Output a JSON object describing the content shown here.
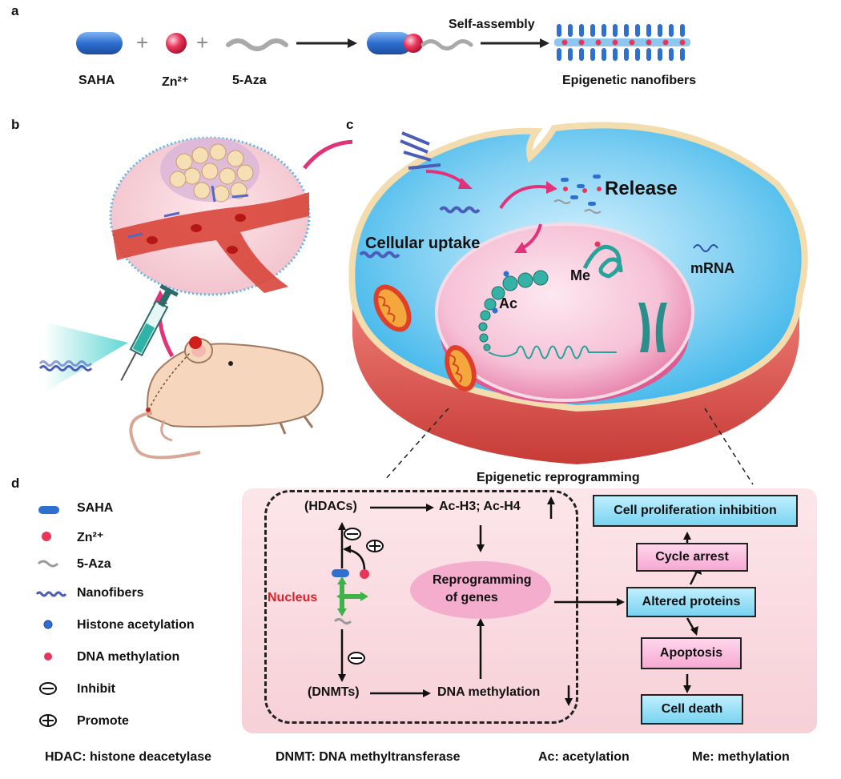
{
  "panels": {
    "a": "a",
    "b": "b",
    "c": "c",
    "d": "d"
  },
  "panel_a": {
    "saha": "SAHA",
    "zn": "Zn²⁺",
    "aza": "5-Aza",
    "self_assembly": "Self-assembly",
    "nanofibers": "Epigenetic nanofibers"
  },
  "panel_c": {
    "release": "Release",
    "cellular_uptake": "Cellular uptake",
    "mrna": "mRNA",
    "me": "Me",
    "ac": "Ac"
  },
  "panel_d": {
    "title": "Epigenetic reprogramming",
    "hdacs": "(HDACs)",
    "ac_h3_h4": "Ac-H3; Ac-H4",
    "nucleus": "Nucleus",
    "reprogramming": [
      "Reprogramming",
      "of genes"
    ],
    "dnmts": "(DNMTs)",
    "dna_methylation": "DNA methylation",
    "outcomes": {
      "proliferation": "Cell proliferation inhibition",
      "cycle": "Cycle arrest",
      "altered": "Altered proteins",
      "apoptosis": "Apoptosis",
      "death": "Cell death"
    }
  },
  "legend": [
    {
      "icon": "saha-capsule-icon",
      "text": "SAHA"
    },
    {
      "icon": "zinc-ion-icon",
      "text": "Zn²⁺"
    },
    {
      "icon": "aza-strand-icon",
      "text": "5-Aza"
    },
    {
      "icon": "nanofiber-icon",
      "text": "Nanofibers"
    },
    {
      "icon": "histone-acetylation-icon",
      "text": "Histone acetylation"
    },
    {
      "icon": "dna-methylation-icon",
      "text": "DNA methylation"
    },
    {
      "icon": "inhibit-icon",
      "text": "Inhibit"
    },
    {
      "icon": "promote-icon",
      "text": "Promote"
    }
  ],
  "footer": {
    "hdac": "HDAC: histone deacetylase",
    "dnmt": "DNMT: DNA methyltransferase",
    "ac": "Ac: acetylation",
    "me": "Me: methylation"
  },
  "colors": {
    "saha_blue": "#2f6fd0",
    "zinc_red": "#e8365a",
    "accent_magenta": "#e0337a",
    "cyto_blue": "#39b4ea",
    "nucleus_pink": "#f0a3c4",
    "box_blue": "#79d3f0",
    "box_pink": "#f6a9d2"
  }
}
